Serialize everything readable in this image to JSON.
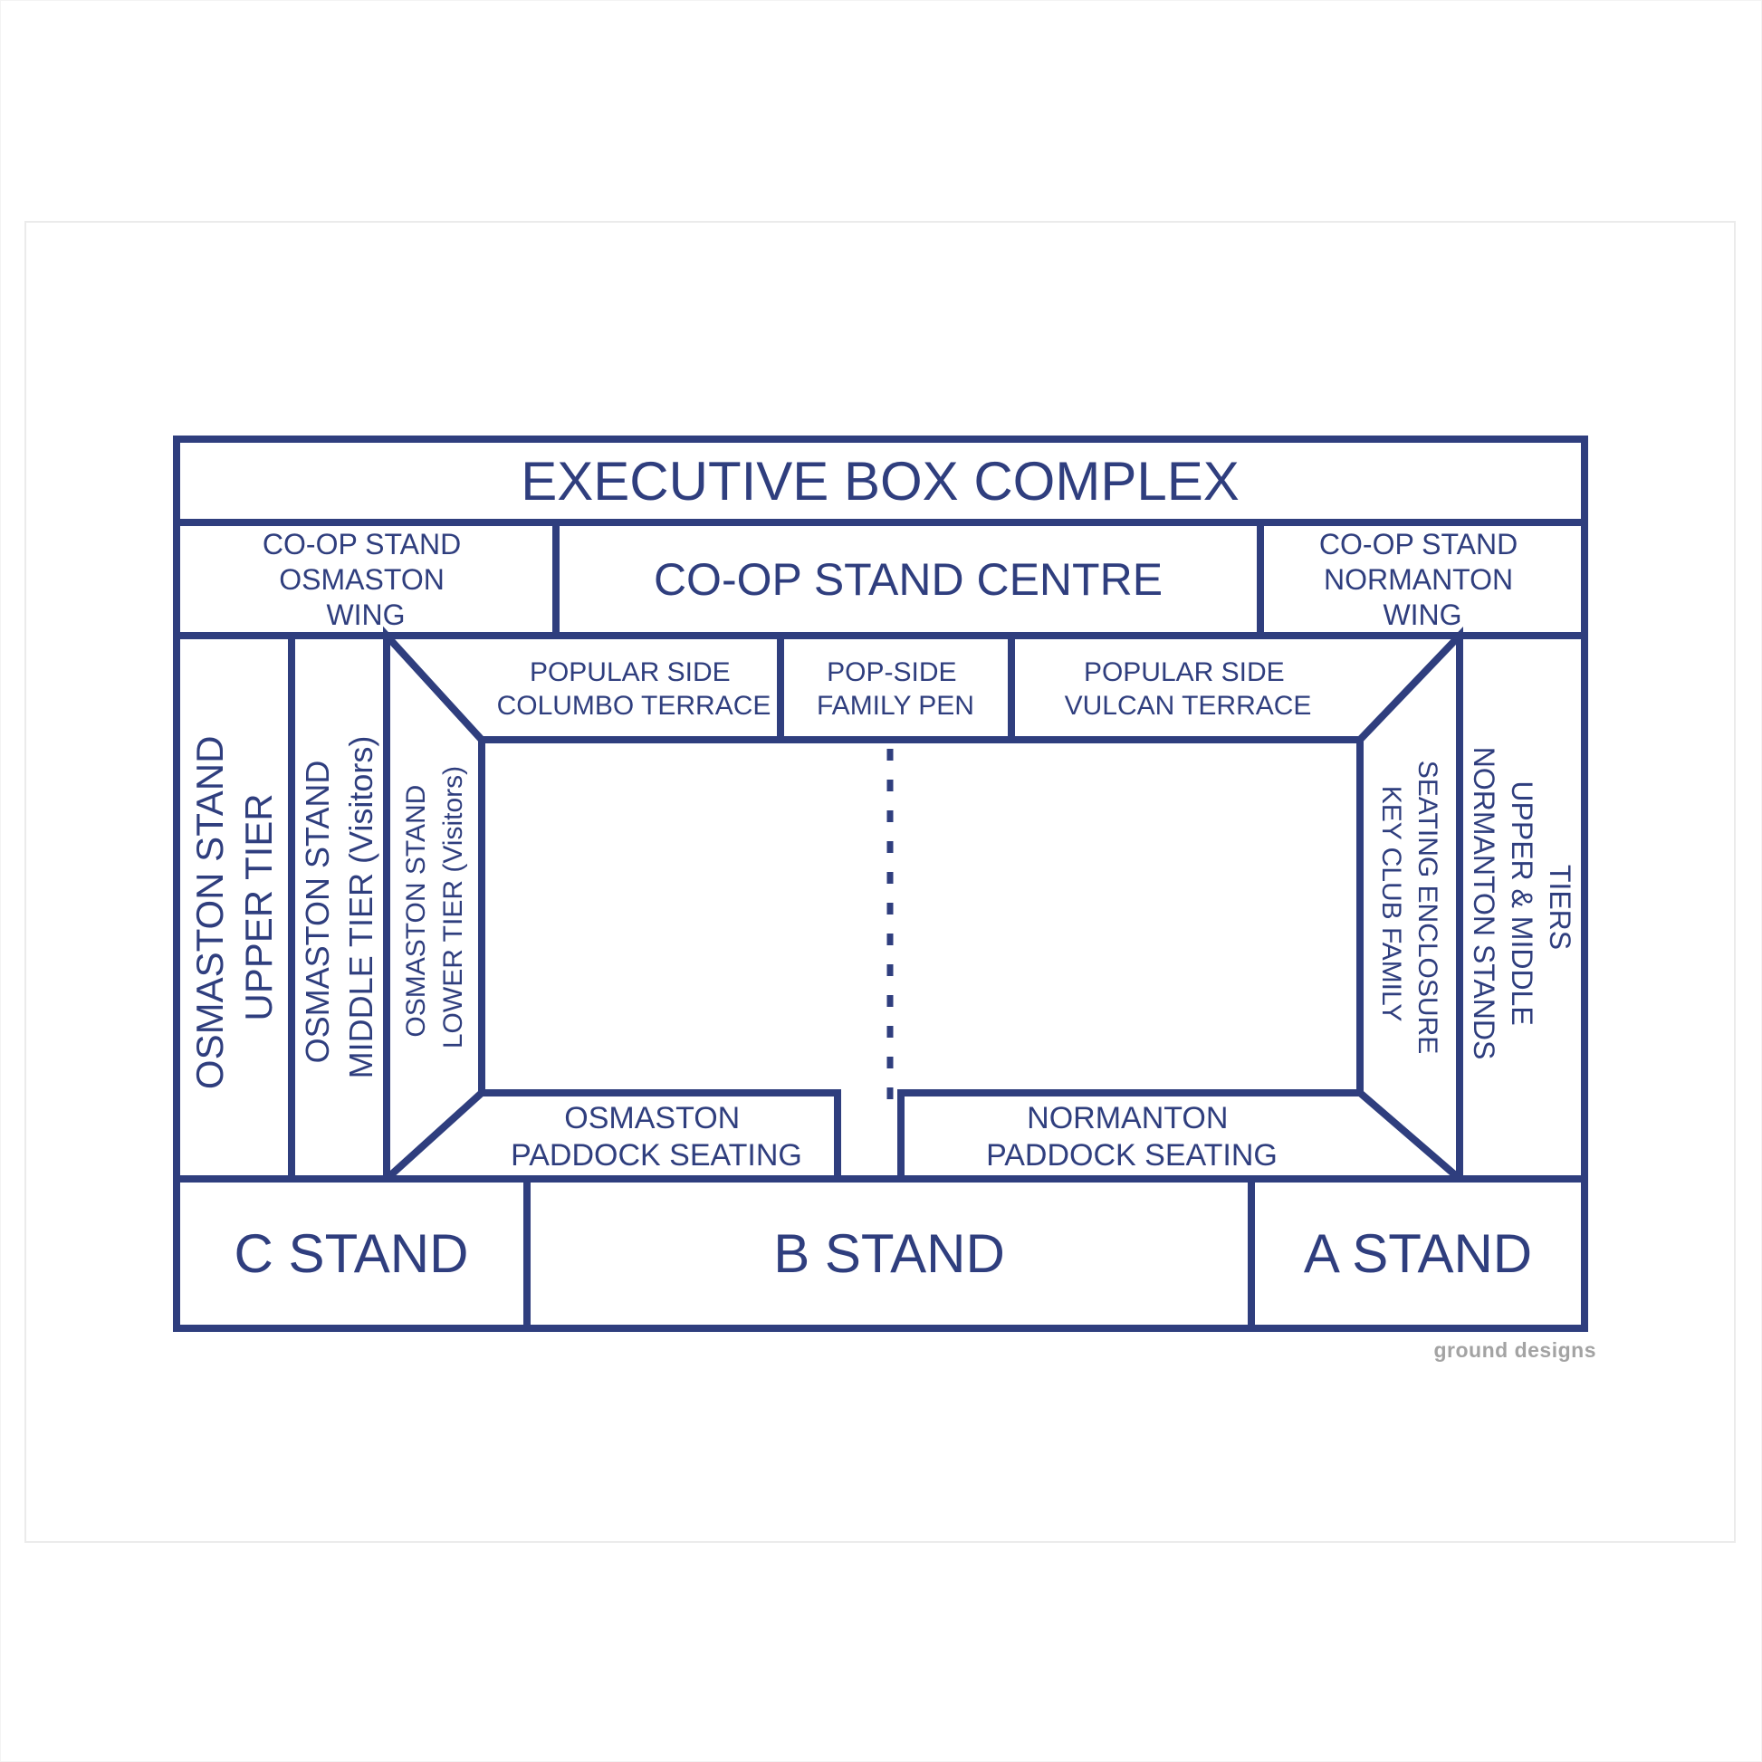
{
  "stands": {
    "executive_box": "EXECUTIVE BOX COMPLEX",
    "coop_osmaston_wing": [
      "CO-OP STAND",
      "OSMASTON",
      "WING"
    ],
    "coop_centre": "CO-OP STAND CENTRE",
    "coop_normanton_wing": [
      "CO-OP STAND",
      "NORMANTON",
      "WING"
    ],
    "popular_columbo": [
      "POPULAR SIDE",
      "COLUMBO TERRACE"
    ],
    "popside_family_pen": [
      "POP-SIDE",
      "FAMILY PEN"
    ],
    "popular_vulcan": [
      "POPULAR SIDE",
      "VULCAN TERRACE"
    ],
    "osmaston_upper": [
      "OSMASTON STAND",
      "UPPER TIER"
    ],
    "osmaston_middle": [
      "OSMASTON STAND",
      "MIDDLE TIER (Visitors)"
    ],
    "osmaston_lower": [
      "OSMASTON STAND",
      "LOWER TIER (Visitors)"
    ],
    "key_club": [
      "KEY CLUB FAMILY",
      "SEATING ENCLOSURE"
    ],
    "normanton_stands": [
      "NORMANTON STANDS",
      "UPPER & MIDDLE",
      "TIERS"
    ],
    "osmaston_paddock": [
      "OSMASTON",
      "PADDOCK SEATING"
    ],
    "normanton_paddock": [
      "NORMANTON",
      "PADDOCK SEATING"
    ],
    "c_stand": "C STAND",
    "b_stand": "B STAND",
    "a_stand": "A STAND"
  },
  "credit": "ground designs",
  "colors": {
    "line_and_text": "#2f3e7e",
    "credit": "#a3a3a3",
    "paper": "#ffffff",
    "frame": "#ebebeb"
  }
}
